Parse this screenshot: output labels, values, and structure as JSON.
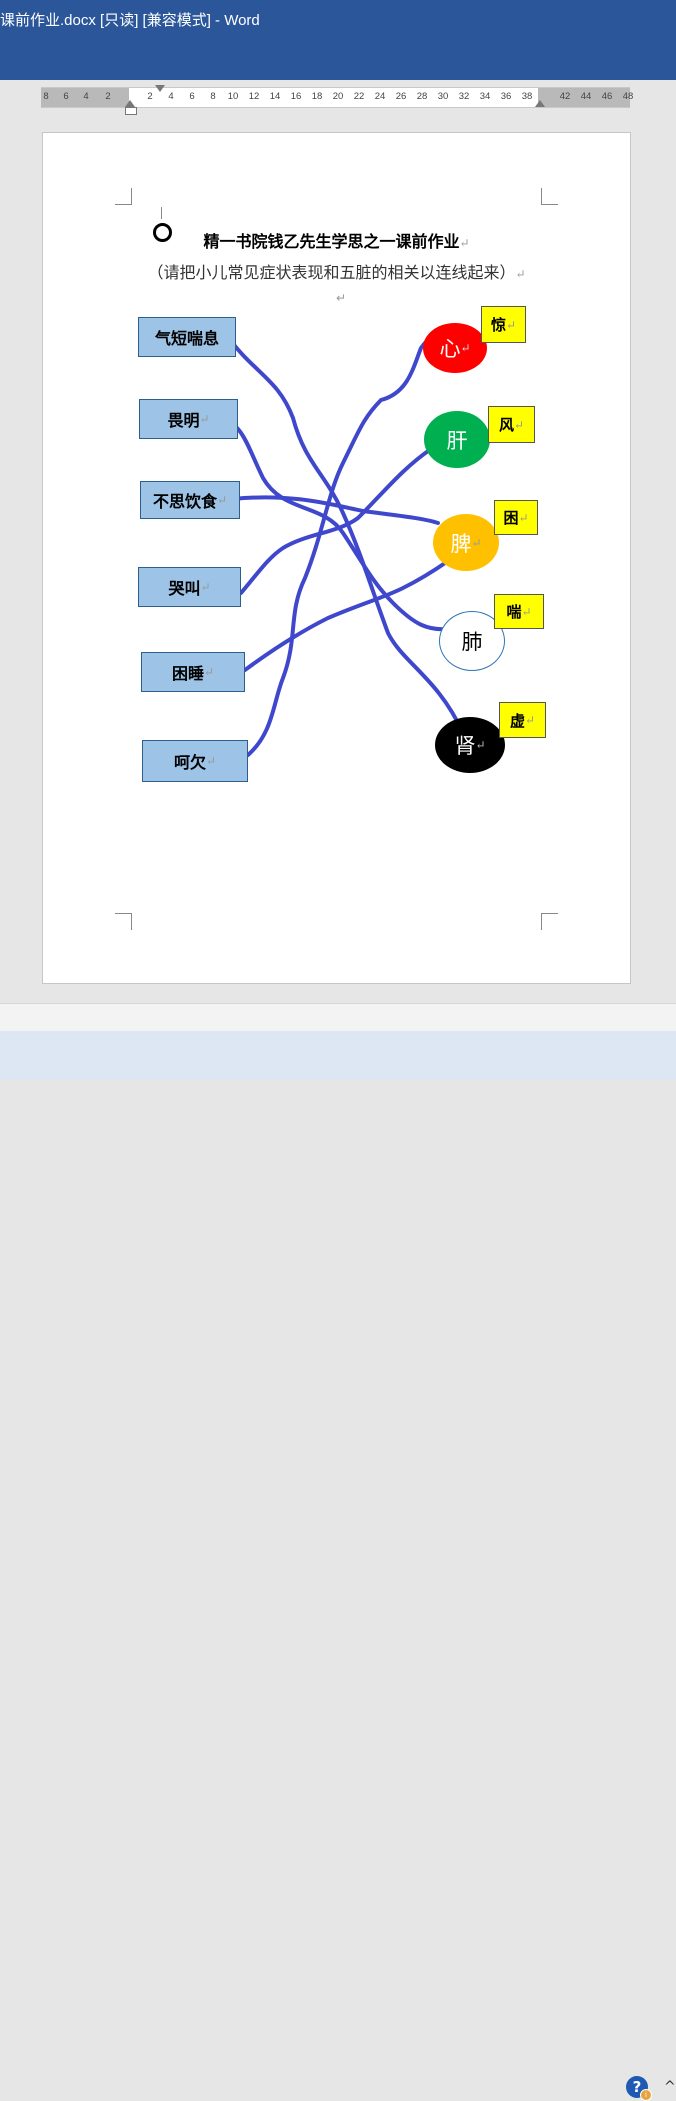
{
  "window": {
    "title": "课前作业.docx [只读] [兼容模式] - Word"
  },
  "ruler": {
    "ticks": [
      "8",
      "6",
      "4",
      "2",
      "2",
      "4",
      "6",
      "8",
      "10",
      "12",
      "14",
      "16",
      "18",
      "20",
      "22",
      "24",
      "26",
      "28",
      "30",
      "32",
      "34",
      "36",
      "38",
      "42",
      "44",
      "46",
      "48"
    ]
  },
  "document": {
    "heading": "精一书院钱乙先生学思之一课前作业",
    "subheading": "（请把小儿常见症状表现和五脏的相关以连线起来）",
    "paragraph_mark": "↵",
    "symptoms": [
      {
        "label": "气短喘息"
      },
      {
        "label": "畏明"
      },
      {
        "label": "不思饮食"
      },
      {
        "label": "哭叫"
      },
      {
        "label": "困睡"
      },
      {
        "label": "呵欠"
      }
    ],
    "organs": [
      {
        "label": "心",
        "color": "#ff0000"
      },
      {
        "label": "肝",
        "color": "#00b050"
      },
      {
        "label": "脾",
        "color": "#ffc000"
      },
      {
        "label": "肺",
        "color": "#ffffff"
      },
      {
        "label": "肾",
        "color": "#000000"
      }
    ],
    "tags": [
      {
        "label": "惊"
      },
      {
        "label": "风"
      },
      {
        "label": "困"
      },
      {
        "label": "喘"
      },
      {
        "label": "虚"
      }
    ],
    "line_color": "#3f48cc"
  },
  "taskbar": {
    "help_icon": "help-icon",
    "help_glyph": "?",
    "info_glyph": "i",
    "chevron": "^"
  }
}
